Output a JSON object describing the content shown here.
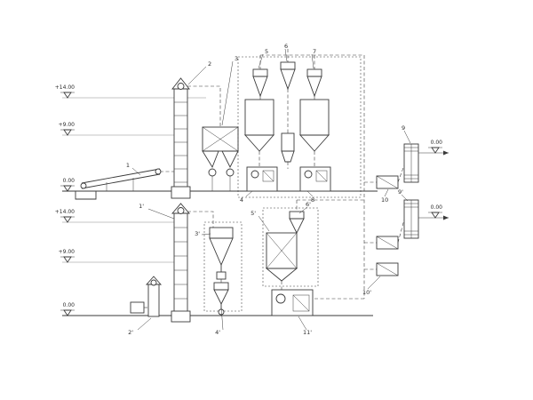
{
  "diagram": {
    "line_color": "#3a3a3a",
    "background": "#ffffff"
  },
  "elevation_markers": [
    {
      "label": "+14.00"
    },
    {
      "label": "+9.00"
    },
    {
      "label": "0.00"
    },
    {
      "label": "+14.00"
    },
    {
      "label": "+9.00"
    },
    {
      "label": "0.00"
    },
    {
      "label": "0.00"
    },
    {
      "label": "0.00"
    }
  ],
  "equipment_labels": [
    {
      "text": "1"
    },
    {
      "text": "2"
    },
    {
      "text": "3"
    },
    {
      "text": "4"
    },
    {
      "text": "5"
    },
    {
      "text": "6"
    },
    {
      "text": "7"
    },
    {
      "text": "8"
    },
    {
      "text": "9"
    },
    {
      "text": "9'"
    },
    {
      "text": "10"
    },
    {
      "text": "10'"
    },
    {
      "text": "1'"
    },
    {
      "text": "2'"
    },
    {
      "text": "3'"
    },
    {
      "text": "4'"
    },
    {
      "text": "5'"
    },
    {
      "text": "6'"
    },
    {
      "text": "11'"
    }
  ]
}
